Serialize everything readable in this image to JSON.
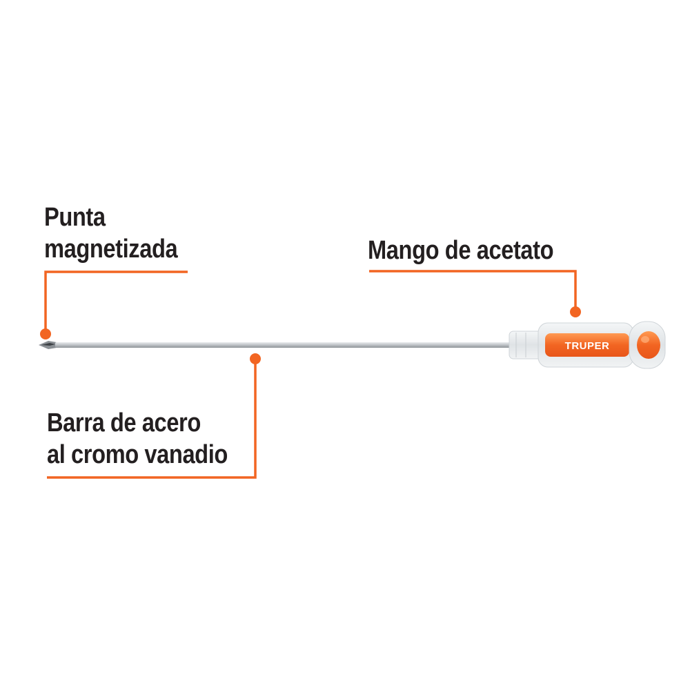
{
  "colors": {
    "accent": "#f26522",
    "text": "#231f20",
    "shaft": "#b5b9bd",
    "background": "#ffffff"
  },
  "callouts": {
    "tip": {
      "line1": "Punta",
      "line2": "magnetizada"
    },
    "handle": {
      "line1": "Mango de acetato"
    },
    "shaft": {
      "line1": "Barra de acero",
      "line2": "al cromo vanadio"
    }
  },
  "product": {
    "brand": "TRUPER",
    "icon": "screwdriver-icon"
  }
}
